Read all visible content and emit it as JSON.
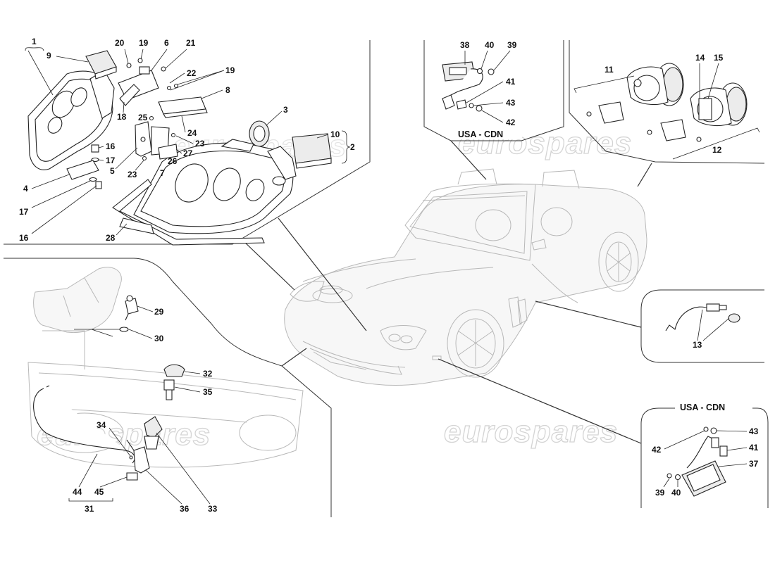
{
  "watermarks": [
    "eurospares",
    "eurospares",
    "eurospares",
    "eurospares"
  ],
  "headers": {
    "usa_top": "USA - CDN",
    "usa_bottom": "USA - CDN"
  },
  "callouts": [
    {
      "id": "c1",
      "text": "1"
    },
    {
      "id": "c9",
      "text": "9"
    },
    {
      "id": "c20",
      "text": "20"
    },
    {
      "id": "c19a",
      "text": "19"
    },
    {
      "id": "c6",
      "text": "6"
    },
    {
      "id": "c21",
      "text": "21"
    },
    {
      "id": "c22",
      "text": "22"
    },
    {
      "id": "c19b",
      "text": "19"
    },
    {
      "id": "c8",
      "text": "8"
    },
    {
      "id": "c18",
      "text": "18"
    },
    {
      "id": "c3",
      "text": "3"
    },
    {
      "id": "c25",
      "text": "25"
    },
    {
      "id": "c24",
      "text": "24"
    },
    {
      "id": "c10",
      "text": "10"
    },
    {
      "id": "c2",
      "text": "2"
    },
    {
      "id": "c16a",
      "text": "16"
    },
    {
      "id": "c17a",
      "text": "17"
    },
    {
      "id": "c23a",
      "text": "23"
    },
    {
      "id": "c27",
      "text": "27"
    },
    {
      "id": "c5",
      "text": "5"
    },
    {
      "id": "c23b",
      "text": "23"
    },
    {
      "id": "c26",
      "text": "26"
    },
    {
      "id": "c7",
      "text": "7"
    },
    {
      "id": "c4",
      "text": "4"
    },
    {
      "id": "c17b",
      "text": "17"
    },
    {
      "id": "c16b",
      "text": "16"
    },
    {
      "id": "c28",
      "text": "28"
    },
    {
      "id": "c38",
      "text": "38"
    },
    {
      "id": "c40a",
      "text": "40"
    },
    {
      "id": "c39a",
      "text": "39"
    },
    {
      "id": "c41a",
      "text": "41"
    },
    {
      "id": "c43a",
      "text": "43"
    },
    {
      "id": "c42a",
      "text": "42"
    },
    {
      "id": "c11",
      "text": "11"
    },
    {
      "id": "c14",
      "text": "14"
    },
    {
      "id": "c15",
      "text": "15"
    },
    {
      "id": "c12",
      "text": "12"
    },
    {
      "id": "c13",
      "text": "13"
    },
    {
      "id": "c29",
      "text": "29"
    },
    {
      "id": "c30",
      "text": "30"
    },
    {
      "id": "c32",
      "text": "32"
    },
    {
      "id": "c35",
      "text": "35"
    },
    {
      "id": "c34",
      "text": "34"
    },
    {
      "id": "c44",
      "text": "44"
    },
    {
      "id": "c45",
      "text": "45"
    },
    {
      "id": "c31",
      "text": "31"
    },
    {
      "id": "c36",
      "text": "36"
    },
    {
      "id": "c33",
      "text": "33"
    },
    {
      "id": "c43b",
      "text": "43"
    },
    {
      "id": "c42b",
      "text": "42"
    },
    {
      "id": "c41b",
      "text": "41"
    },
    {
      "id": "c37",
      "text": "37"
    },
    {
      "id": "c39b",
      "text": "39"
    },
    {
      "id": "c40b",
      "text": "40"
    }
  ]
}
